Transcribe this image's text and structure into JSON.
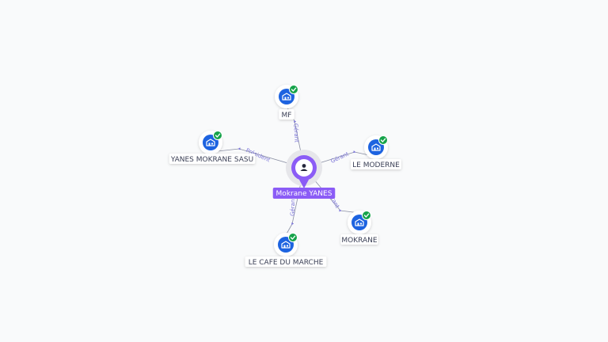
{
  "center": {
    "label": "Mokrane YANES",
    "icon": "person-icon"
  },
  "companies": [
    {
      "id": "mf",
      "label": "MF",
      "relation": "Gérant",
      "icon": "building-icon",
      "badge": "check-icon"
    },
    {
      "id": "yanes-mokrane-sasu",
      "label": "YANES MOKRANE SASU",
      "relation": "Président",
      "icon": "building-icon",
      "badge": "check-icon"
    },
    {
      "id": "le-moderne",
      "label": "LE MODERNE",
      "relation": "Gérant",
      "icon": "building-icon",
      "badge": "check-icon"
    },
    {
      "id": "mokrane",
      "label": "MOKRANE",
      "relation": "Gérant",
      "icon": "building-icon",
      "badge": "check-icon"
    },
    {
      "id": "le-cafe-du-marche",
      "label": "LE CAFE DU MARCHE",
      "relation": "Gérant",
      "icon": "building-icon",
      "badge": "check-icon"
    }
  ],
  "colors": {
    "center": "#8b5cf6",
    "company": "#1d63e0",
    "badge": "#16a34a",
    "edge": "#7b74d8"
  }
}
